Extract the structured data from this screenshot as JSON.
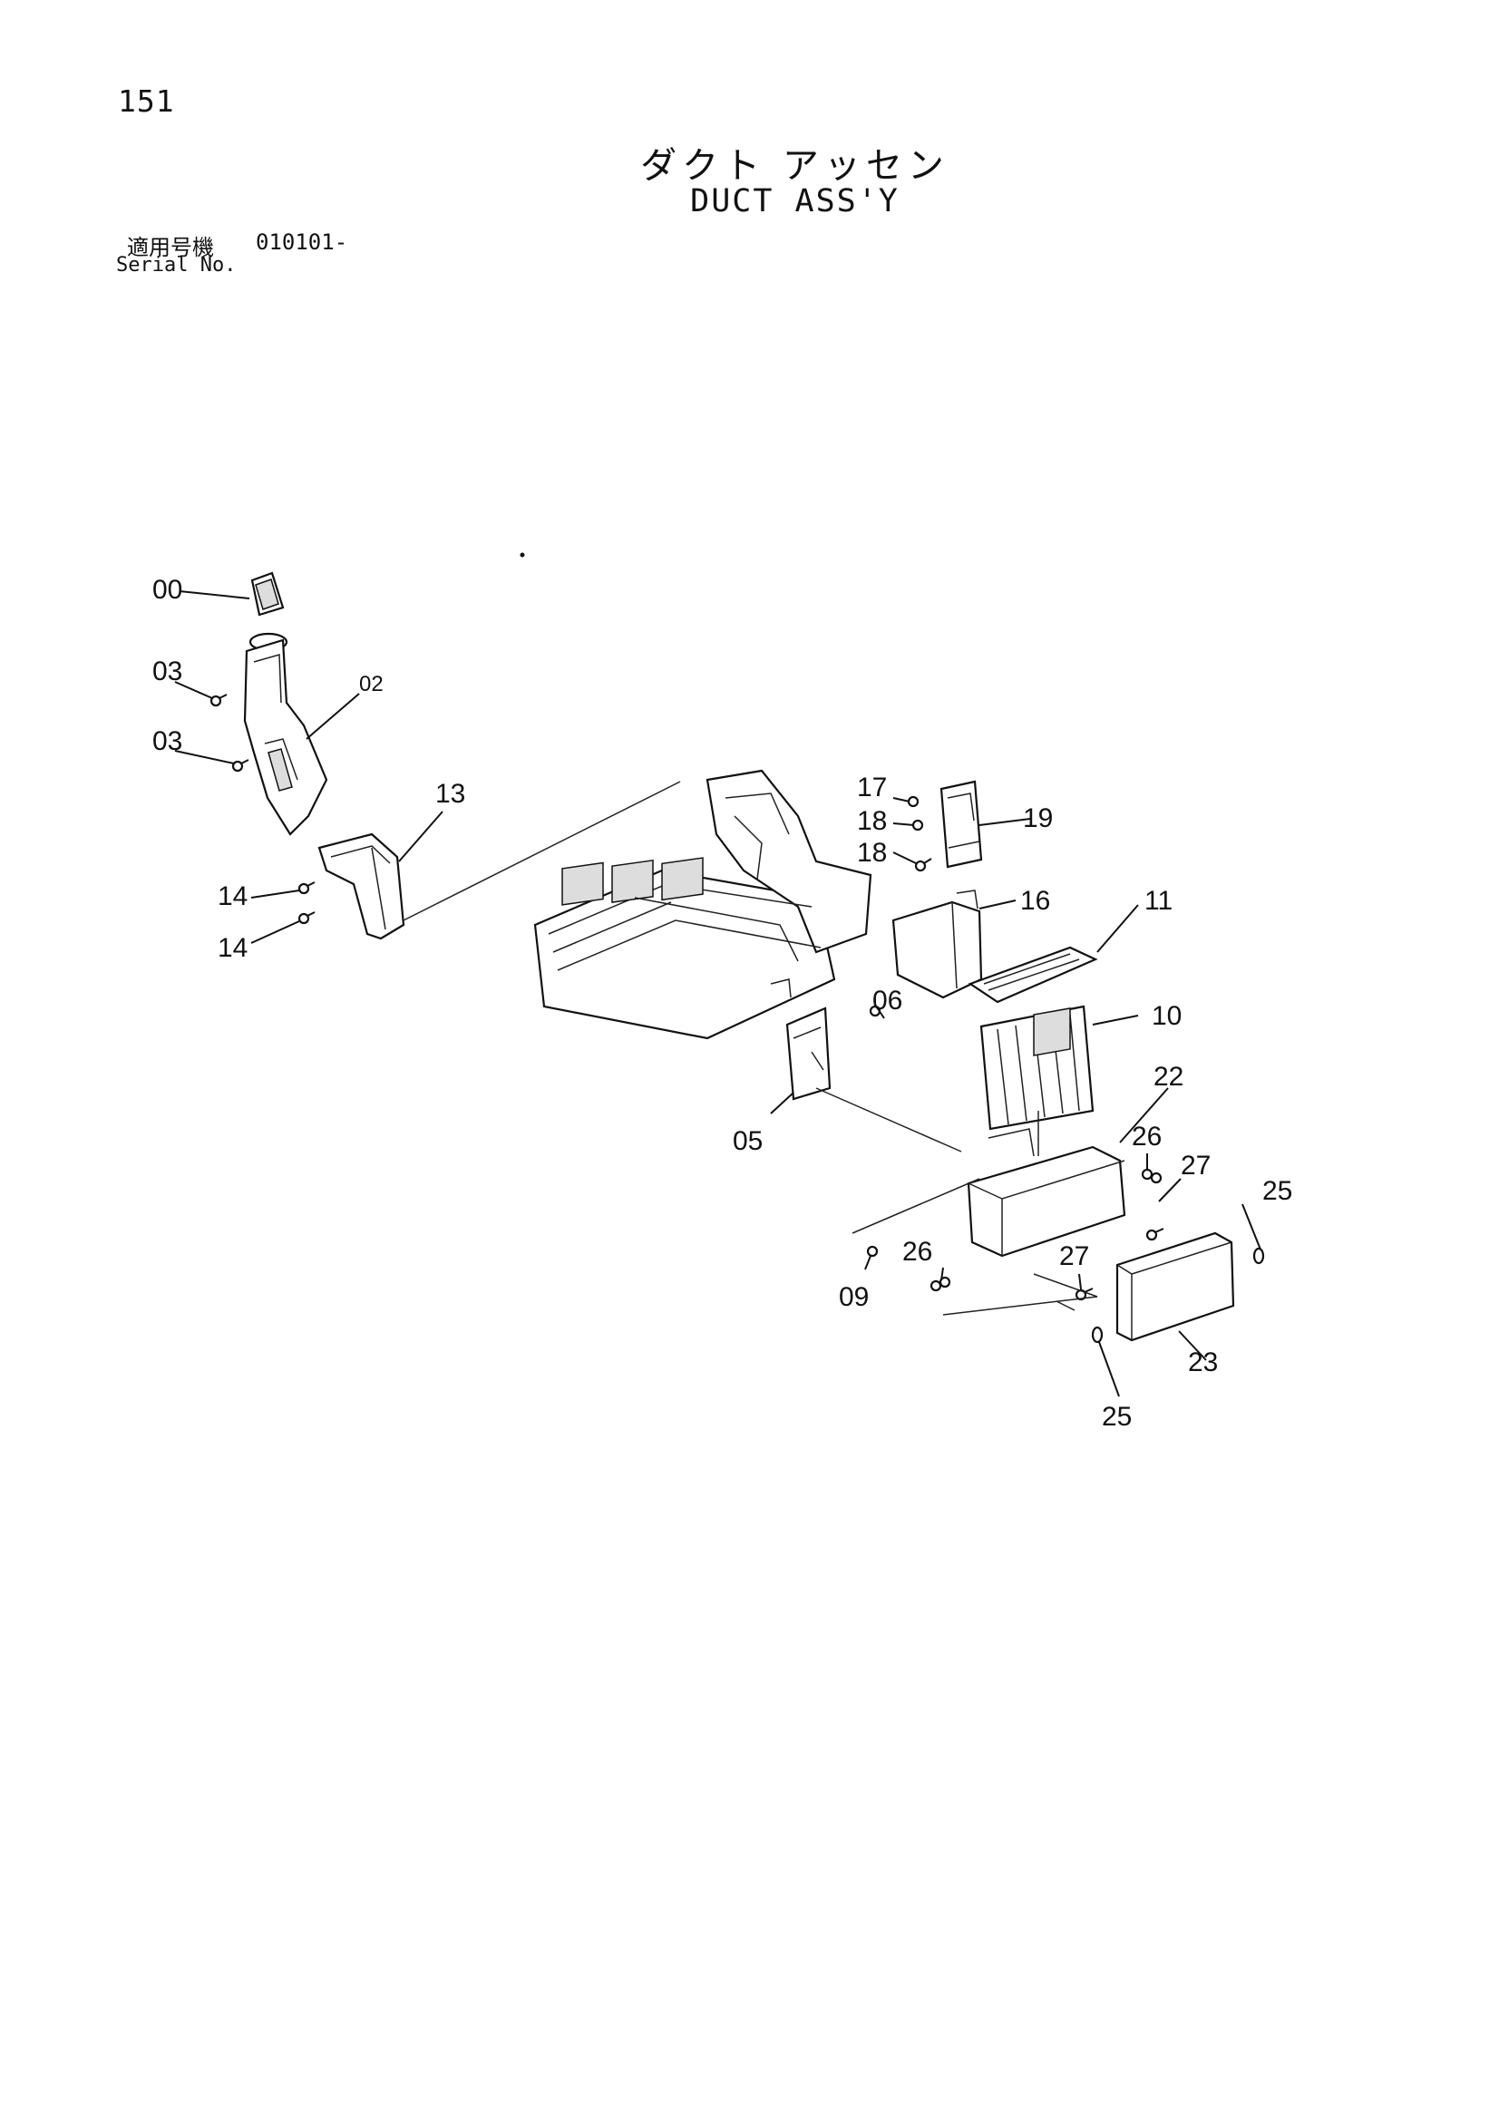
{
  "page": {
    "number": "151"
  },
  "title": {
    "japanese": "ダクト アッセン",
    "english": "DUCT ASS'Y"
  },
  "serial": {
    "label_jp": "適用号機",
    "value": "010101-",
    "label_en": "Serial No."
  },
  "callouts": {
    "c00": "00",
    "c02": "02",
    "c03a": "03",
    "c03b": "03",
    "c05": "05",
    "c06": "06",
    "c09": "09",
    "c10": "10",
    "c11": "11",
    "c13": "13",
    "c14a": "14",
    "c14b": "14",
    "c16": "16",
    "c17": "17",
    "c18a": "18",
    "c18b": "18",
    "c19": "19",
    "c22": "22",
    "c23": "23",
    "c25a": "25",
    "c25b": "25",
    "c26a": "26",
    "c26b": "26",
    "c27a": "27",
    "c27b": "27"
  }
}
